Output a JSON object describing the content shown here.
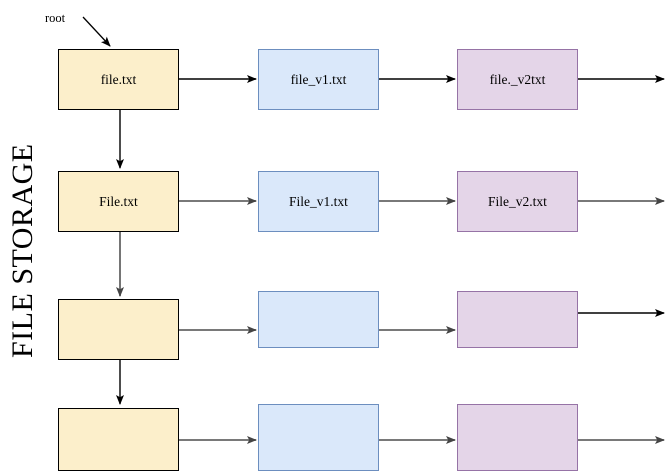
{
  "diagram": {
    "side_label": "FILE STORAGE",
    "root_label": "root",
    "colors": {
      "yellow_fill": "#fcefcb",
      "yellow_stroke": "#000000",
      "blue_fill": "#dae8fa",
      "blue_stroke": "#6c8ebf",
      "purple_fill": "#e4d5e8",
      "purple_stroke": "#9673a6",
      "arrow_black": "#000000",
      "arrow_gray": "#666666",
      "background": "#ffffff"
    },
    "rows": [
      {
        "id": "row-1",
        "connector_color": "#000000",
        "nodes": [
          {
            "id": "r1c1",
            "label": "file.txt",
            "kind": "yellow"
          },
          {
            "id": "r1c2",
            "label": "file_v1.txt",
            "kind": "blue"
          },
          {
            "id": "r1c3",
            "label": "file._v2txt",
            "kind": "purple"
          }
        ]
      },
      {
        "id": "row-2",
        "connector_color": "#666666",
        "nodes": [
          {
            "id": "r2c1",
            "label": "File.txt",
            "kind": "yellow"
          },
          {
            "id": "r2c2",
            "label": "File_v1.txt",
            "kind": "blue"
          },
          {
            "id": "r2c3",
            "label": "File_v2.txt",
            "kind": "purple"
          }
        ]
      },
      {
        "id": "row-3",
        "connector_color": "#666666",
        "nodes": [
          {
            "id": "r3c1",
            "label": "",
            "kind": "yellow"
          },
          {
            "id": "r3c2",
            "label": "",
            "kind": "blue"
          },
          {
            "id": "r3c3",
            "label": "",
            "kind": "purple"
          }
        ]
      },
      {
        "id": "row-4",
        "connector_color": "#666666",
        "nodes": [
          {
            "id": "r4c1",
            "label": "",
            "kind": "yellow"
          },
          {
            "id": "r4c2",
            "label": "",
            "kind": "blue"
          },
          {
            "id": "r4c3",
            "label": "",
            "kind": "purple"
          }
        ]
      }
    ]
  }
}
